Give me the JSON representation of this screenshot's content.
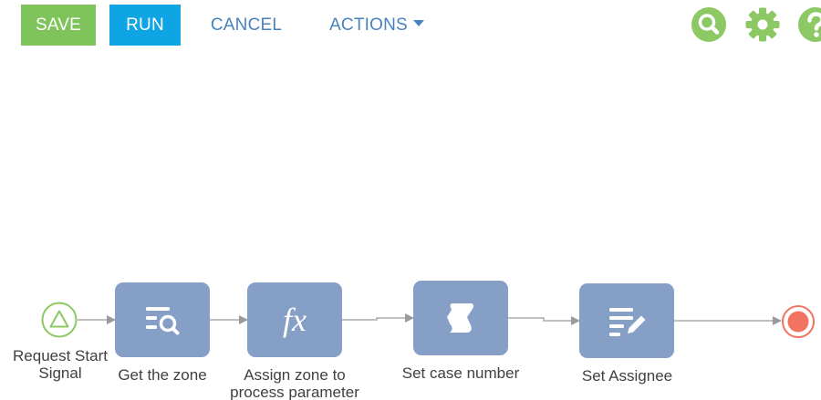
{
  "toolbar": {
    "save_label": "SAVE",
    "run_label": "RUN",
    "cancel_label": "CANCEL",
    "actions_label": "ACTIONS",
    "icons": {
      "search": "search-icon",
      "settings": "gear-icon",
      "help": "help-icon"
    }
  },
  "colors": {
    "save": "#7fc45a",
    "run": "#0fa4e4",
    "link": "#4a82c0",
    "tool_icon": "#8cc863",
    "task": "#859fc7",
    "start_event": "#8cc863",
    "end_event": "#f2735f",
    "connector": "#9a9a9a"
  },
  "process": {
    "start": {
      "label_line1": "Request Start",
      "label_line2": "Signal"
    },
    "tasks": [
      {
        "label": "Get the zone",
        "icon": "read-data-icon"
      },
      {
        "label_line1": "Assign zone to",
        "label_line2": "process parameter",
        "icon": "formula-icon"
      },
      {
        "label": "Set case number",
        "icon": "script-icon"
      },
      {
        "label": "Set Assignee",
        "icon": "modify-data-icon"
      }
    ],
    "end": {
      "icon": "terminate-end-icon"
    }
  }
}
